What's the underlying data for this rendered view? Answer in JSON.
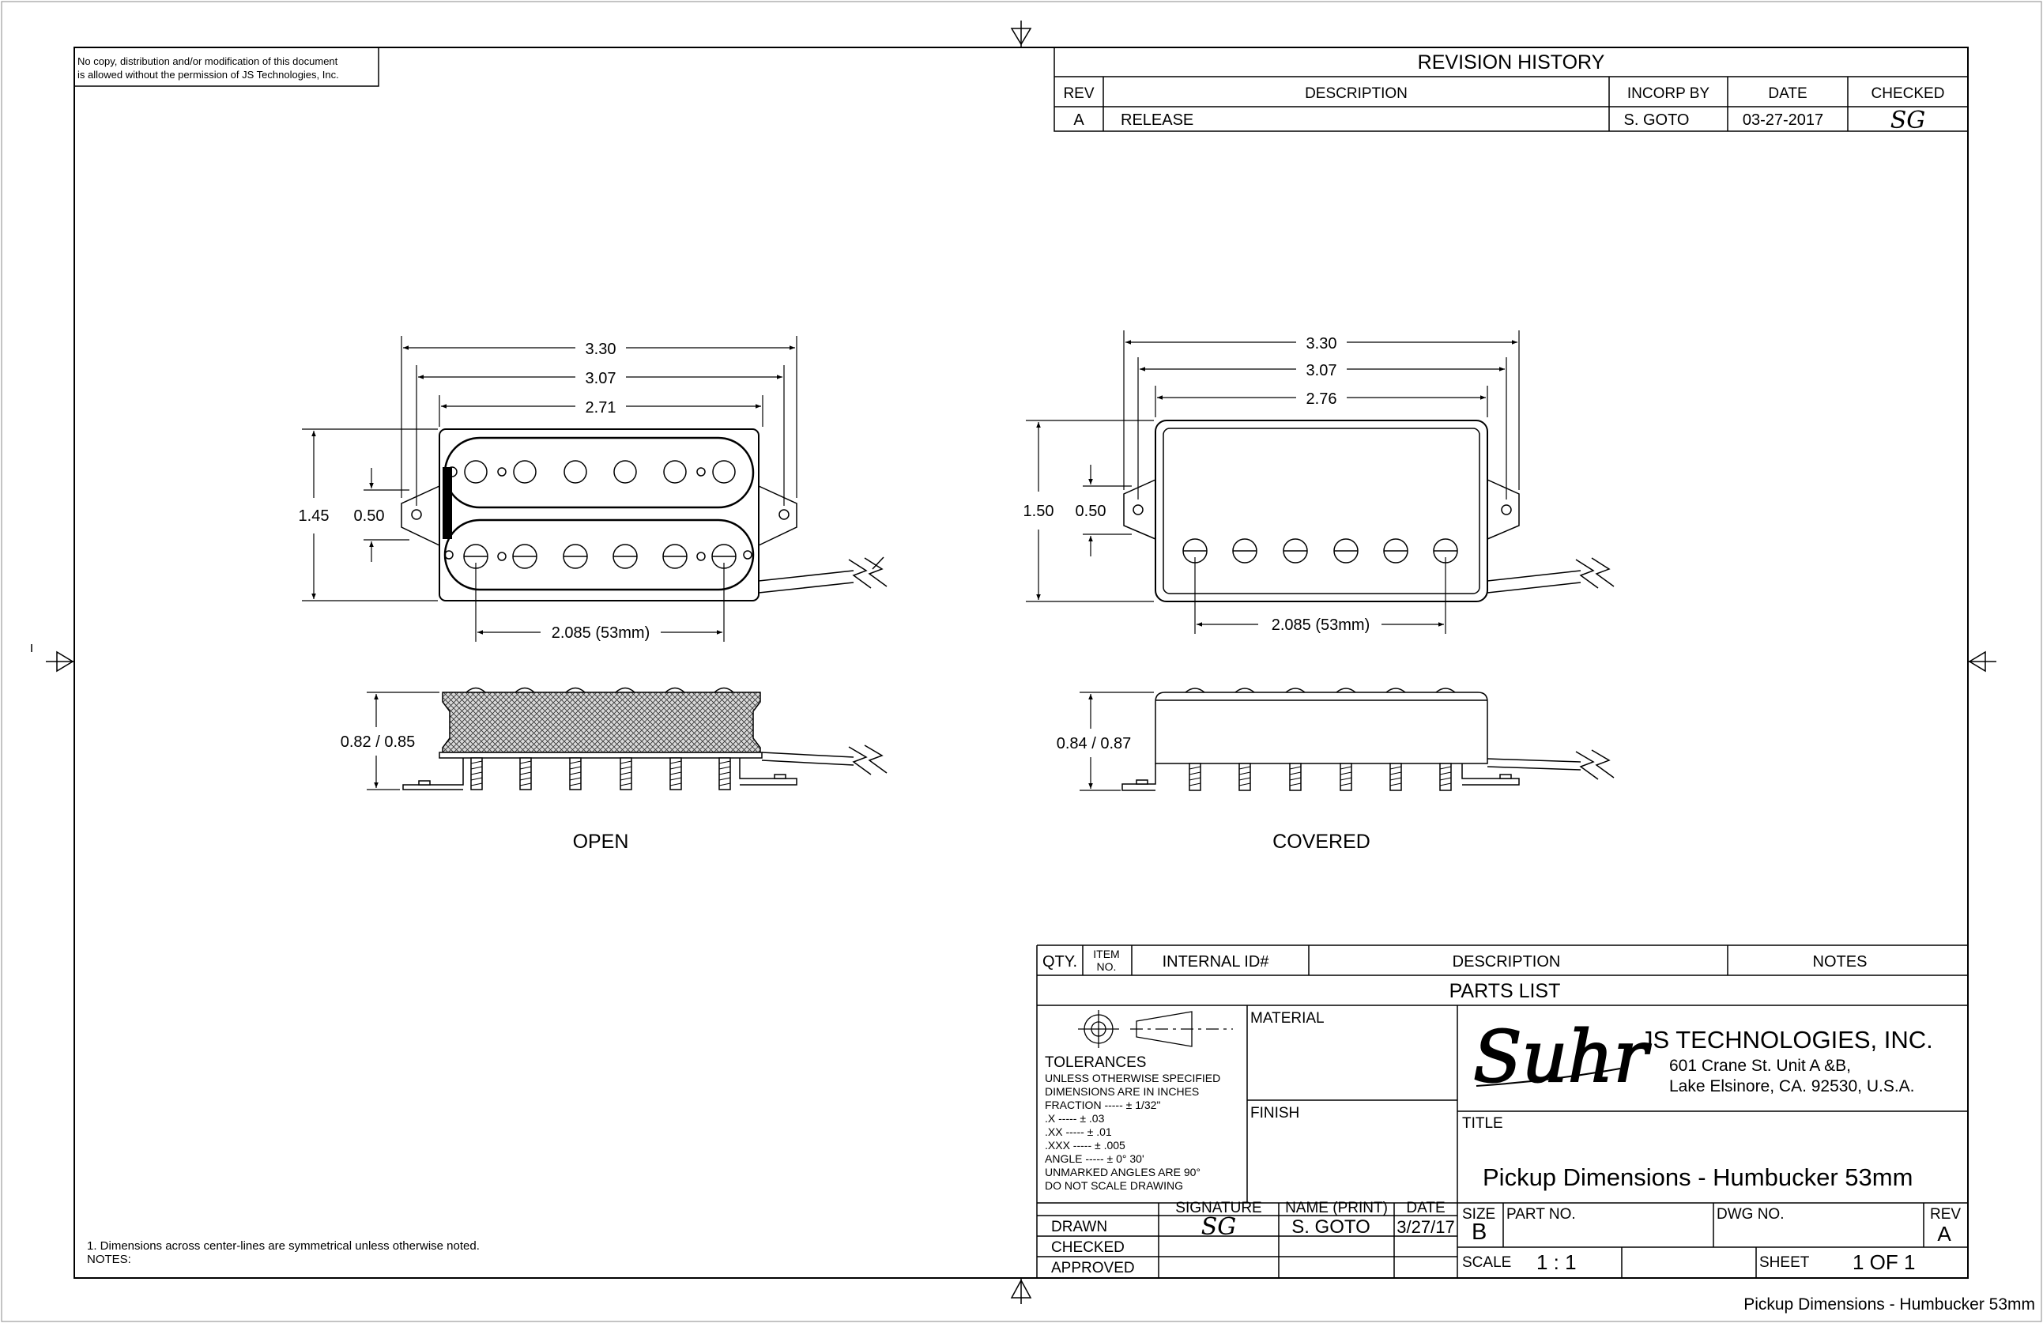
{
  "notice": {
    "line1": "No copy, distribution and/or modification of this document",
    "line2": "is allowed without the permission of JS Technologies, Inc."
  },
  "revision_history": {
    "title": "REVISION  HISTORY",
    "headers": [
      "REV",
      "DESCRIPTION",
      "INCORP BY",
      "DATE",
      "CHECKED"
    ],
    "row": {
      "rev": "A",
      "description": "RELEASE",
      "incorp_by": "S. GOTO",
      "date": "03-27-2017",
      "checked": "SG"
    }
  },
  "open_view": {
    "label": "OPEN",
    "dims": {
      "overall": "3.30",
      "mount": "3.07",
      "body": "2.71",
      "height": "1.45",
      "coil": "0.50",
      "pole_spacing": "2.085 (53mm)",
      "depth": "0.82 / 0.85"
    }
  },
  "covered_view": {
    "label": "COVERED",
    "dims": {
      "overall": "3.30",
      "mount": "3.07",
      "body": "2.76",
      "height": "1.50",
      "coil": "0.50",
      "pole_spacing": "2.085 (53mm)",
      "depth": "0.84 / 0.87"
    }
  },
  "parts_list": {
    "headers": {
      "qty": "QTY.",
      "item_line1": "ITEM",
      "item_line2": "NO.",
      "internal_id": "INTERNAL ID#",
      "description": "DESCRIPTION",
      "notes": "NOTES"
    },
    "title": "PARTS  LIST"
  },
  "tolerances": {
    "title": "TOLERANCES",
    "lines": [
      "UNLESS  OTHERWISE  SPECIFIED",
      "DIMENSIONS ARE IN INCHES",
      "FRACTION ----- ± 1/32\"",
      ".X              ----- ± .03",
      ".XX            ----- ± .01",
      ".XXX          ----- ± .005",
      "ANGLE        ----- ± 0° 30'",
      "UNMARKED ANGLES ARE 90°",
      "DO NOT SCALE DRAWING"
    ]
  },
  "material_label": "MATERIAL",
  "finish_label": "FINISH",
  "signature_block": {
    "headers": [
      "SIGNATURE",
      "NAME  (PRINT)",
      "DATE"
    ],
    "rows": [
      {
        "role": "DRAWN",
        "signature": "SG",
        "name": "S. GOTO",
        "date": "3/27/17"
      },
      {
        "role": "CHECKED",
        "signature": "",
        "name": "",
        "date": ""
      },
      {
        "role": "APPROVED",
        "signature": "",
        "name": "",
        "date": ""
      }
    ]
  },
  "company": {
    "logo_text": "Suhr",
    "name": "JS TECHNOLOGIES, INC.",
    "address_line1": "601 Crane St. Unit A &B,",
    "address_line2": "Lake Elsinore, CA. 92530, U.S.A."
  },
  "title_block": {
    "title_label": "TITLE",
    "title": "Pickup Dimensions - Humbucker 53mm",
    "size_label": "SIZE",
    "size": "B",
    "part_no_label": "PART NO.",
    "dwg_no_label": "DWG NO.",
    "rev_label": "REV",
    "rev": "A",
    "scale_label": "SCALE",
    "scale": "1 : 1",
    "sheet_label": "SHEET",
    "sheet": "1 OF 1"
  },
  "notes": {
    "label": "NOTES:",
    "note1": "1. Dimensions across center-lines are symmetrical unless otherwise noted."
  },
  "footer_title": "Pickup Dimensions - Humbucker 53mm"
}
